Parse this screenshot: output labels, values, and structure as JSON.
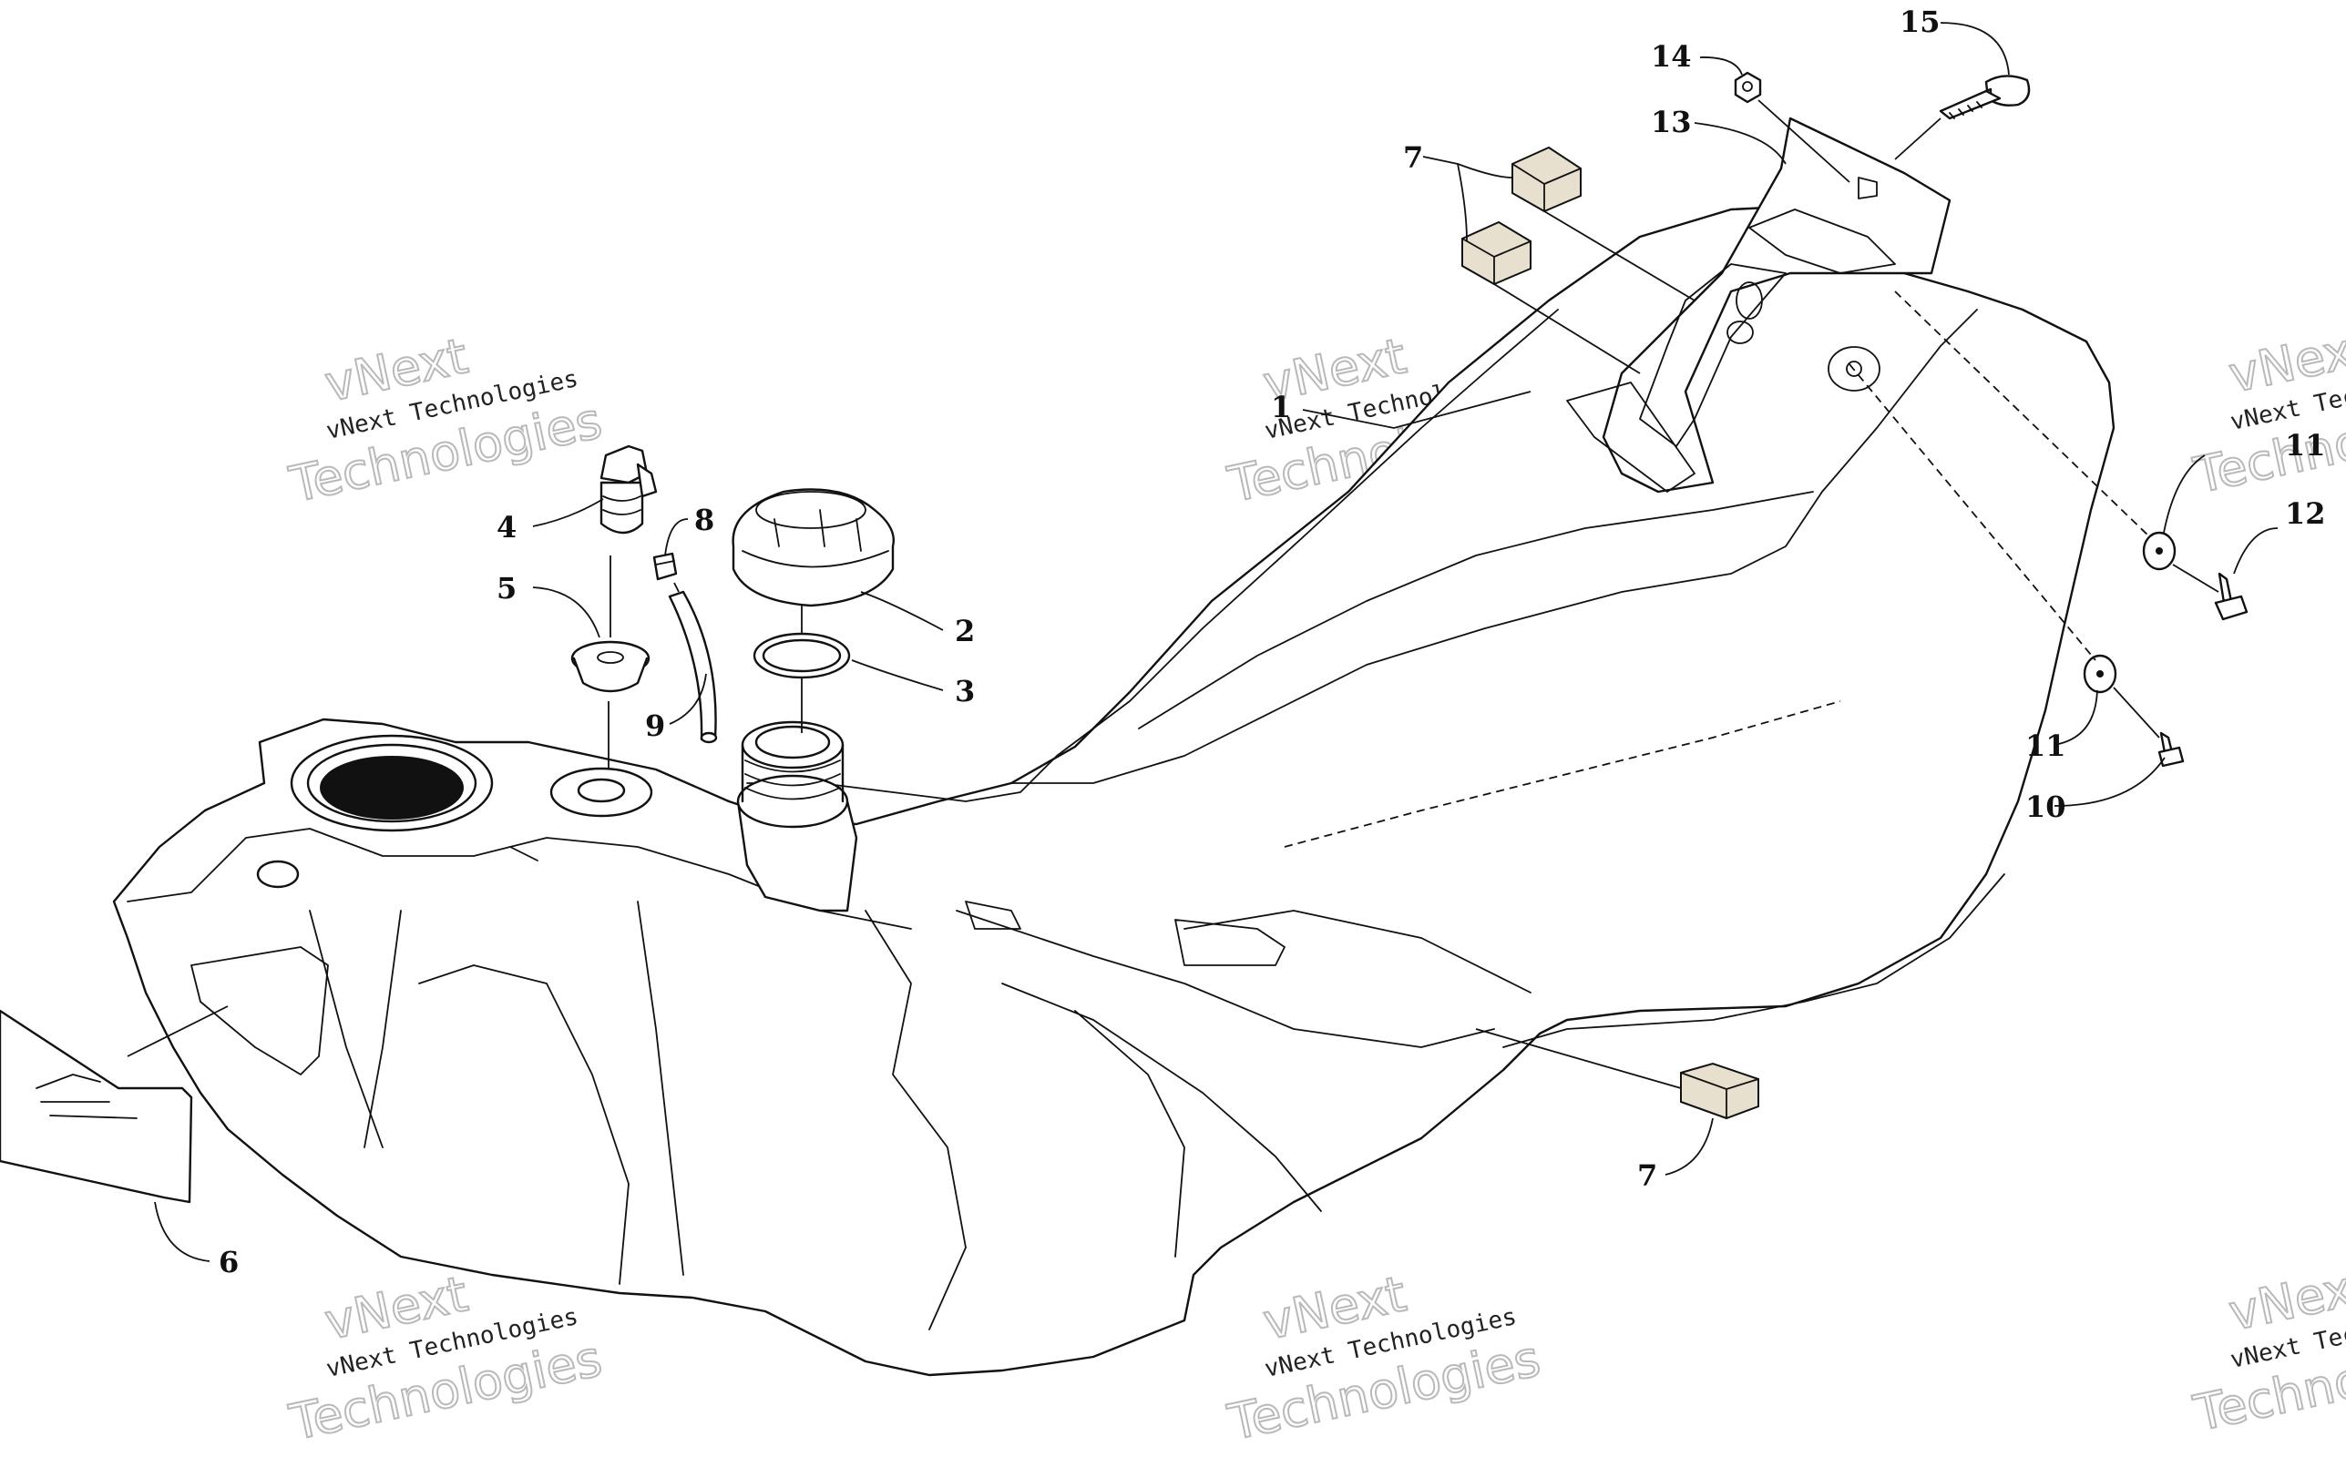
{
  "watermark": {
    "line": "vNext Technologies",
    "word_top": "vNext",
    "word_bottom": "Technologies"
  },
  "callouts": {
    "c1": "1",
    "c2": "2",
    "c3": "3",
    "c4": "4",
    "c5": "5",
    "c6": "6",
    "c7a": "7",
    "c7b": "7",
    "c8": "8",
    "c9": "9",
    "c10": "10",
    "c11a": "11",
    "c11b": "11",
    "c12": "12",
    "c13": "13",
    "c14": "14",
    "c15": "15"
  },
  "colors": {
    "line": "#111111",
    "pad_fill": "#e8e0cf",
    "watermark_outline": "#b9b9b9",
    "background": "#ffffff"
  }
}
